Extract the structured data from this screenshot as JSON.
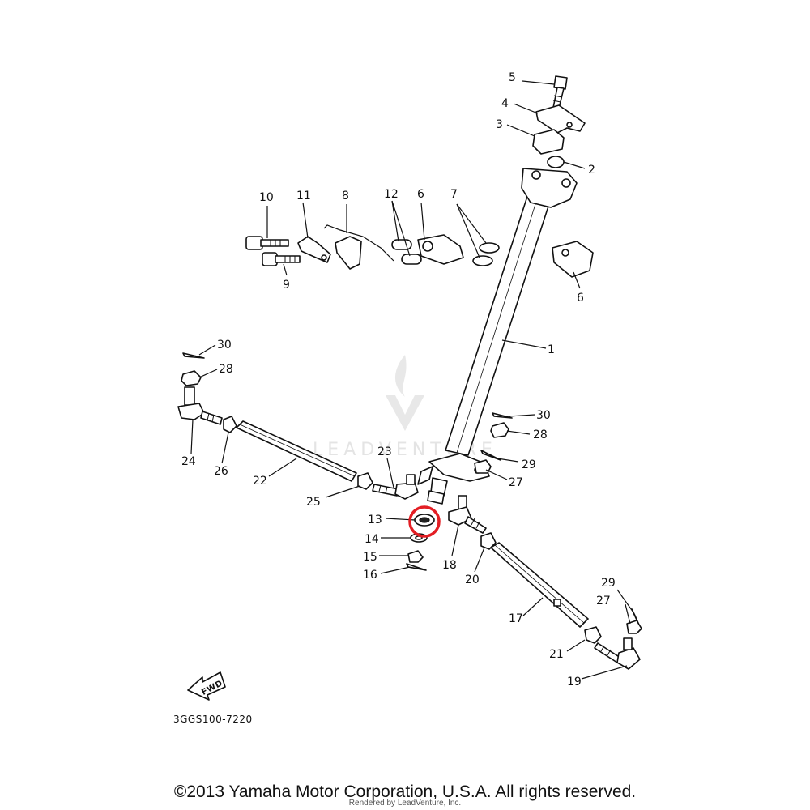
{
  "callouts": [
    {
      "id": "5",
      "text": "5"
    },
    {
      "id": "4",
      "text": "4"
    },
    {
      "id": "3",
      "text": "3"
    },
    {
      "id": "2",
      "text": "2"
    },
    {
      "id": "10",
      "text": "10"
    },
    {
      "id": "11",
      "text": "11"
    },
    {
      "id": "8",
      "text": "8"
    },
    {
      "id": "12",
      "text": "12"
    },
    {
      "id": "6a",
      "text": "6"
    },
    {
      "id": "7",
      "text": "7"
    },
    {
      "id": "9",
      "text": "9"
    },
    {
      "id": "6b",
      "text": "6"
    },
    {
      "id": "1",
      "text": "1"
    },
    {
      "id": "30a",
      "text": "30"
    },
    {
      "id": "28a",
      "text": "28"
    },
    {
      "id": "30b",
      "text": "30"
    },
    {
      "id": "28b",
      "text": "28"
    },
    {
      "id": "29a",
      "text": "29"
    },
    {
      "id": "27a",
      "text": "27"
    },
    {
      "id": "24",
      "text": "24"
    },
    {
      "id": "26",
      "text": "26"
    },
    {
      "id": "22",
      "text": "22"
    },
    {
      "id": "23",
      "text": "23"
    },
    {
      "id": "25",
      "text": "25"
    },
    {
      "id": "13",
      "text": "13"
    },
    {
      "id": "14",
      "text": "14"
    },
    {
      "id": "15",
      "text": "15"
    },
    {
      "id": "16",
      "text": "16"
    },
    {
      "id": "18",
      "text": "18"
    },
    {
      "id": "20",
      "text": "20"
    },
    {
      "id": "17",
      "text": "17"
    },
    {
      "id": "29b",
      "text": "29"
    },
    {
      "id": "27b",
      "text": "27"
    },
    {
      "id": "21",
      "text": "21"
    },
    {
      "id": "19",
      "text": "19"
    }
  ],
  "highlight": {
    "part": "13",
    "color": "#e31e24"
  },
  "fwd_label": "FWD",
  "diagram_code": "3GGS100-7220",
  "watermark": "LEADVENTURE",
  "copyright": "©2013 Yamaha Motor Corporation, U.S.A. All rights reserved.",
  "rendered_by": "Rendered by LeadVenture, Inc."
}
